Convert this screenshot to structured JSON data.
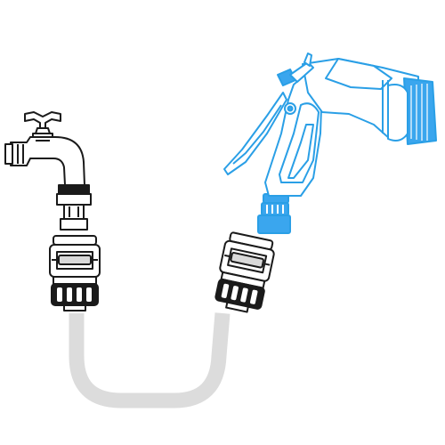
{
  "diagram": {
    "colors": {
      "background": "#ffffff",
      "outline_dark": "#1a1a1a",
      "fill_light": "#ffffff",
      "grip_grey": "#d9d9d9",
      "hose_grey": "#dcdcdc",
      "accent_blue": "#1e9be6",
      "accent_blue_fill": "#3aa6ee",
      "outline_blue": "#2a9fe6"
    },
    "components": [
      {
        "name": "tap-faucet-icon",
        "color": "outline_dark"
      },
      {
        "name": "tap-adapter-icon",
        "color": "outline_dark"
      },
      {
        "name": "hose-connector-left-icon",
        "color": "outline_dark"
      },
      {
        "name": "garden-hose-icon",
        "color": "hose_grey"
      },
      {
        "name": "hose-connector-right-icon",
        "color": "outline_dark"
      },
      {
        "name": "spray-gun-nozzle-icon",
        "color": "accent_blue"
      }
    ]
  }
}
